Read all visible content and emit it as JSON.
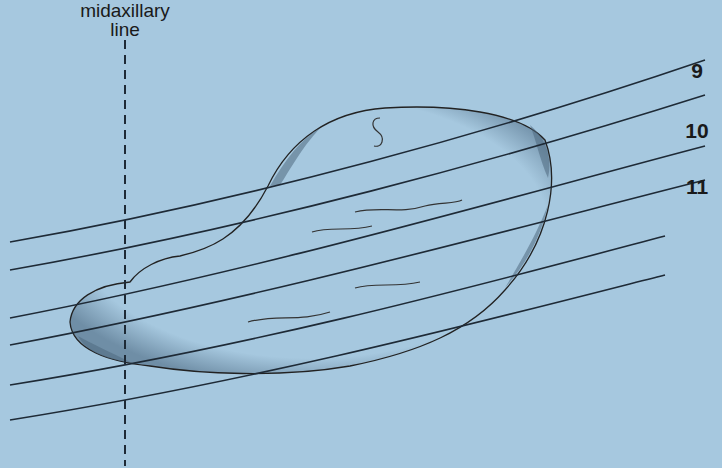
{
  "diagram": {
    "labels": [
      "midaxillary line",
      "9",
      "10",
      "11"
    ]
  }
}
